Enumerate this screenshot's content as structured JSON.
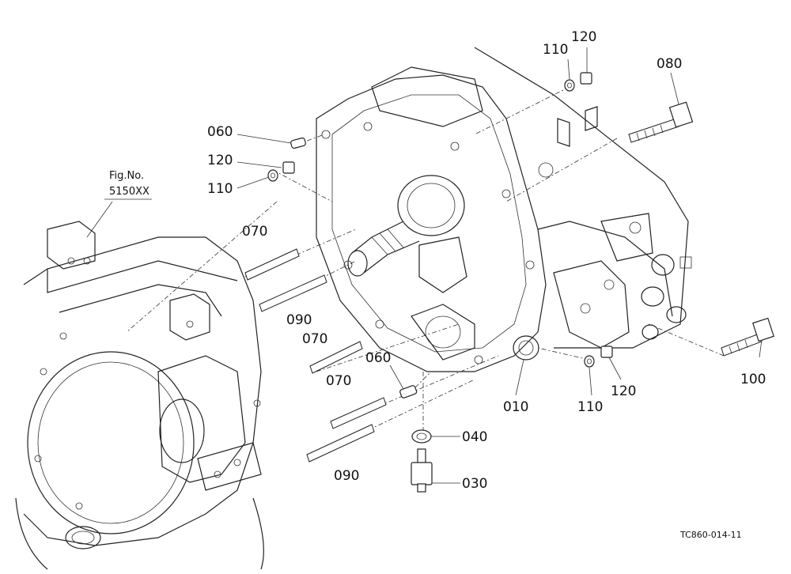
{
  "drawing_code": "TC860-014-11",
  "figure_reference": {
    "label": "Fig.No.",
    "number": "5150XX"
  },
  "callouts": [
    {
      "id": "c-120-top",
      "text": "120"
    },
    {
      "id": "c-110-top",
      "text": "110"
    },
    {
      "id": "c-080",
      "text": "080"
    },
    {
      "id": "c-060-top",
      "text": "060"
    },
    {
      "id": "c-120-left",
      "text": "120"
    },
    {
      "id": "c-110-left",
      "text": "110"
    },
    {
      "id": "c-070-a",
      "text": "070"
    },
    {
      "id": "c-090-a",
      "text": "090"
    },
    {
      "id": "c-070-b",
      "text": "070"
    },
    {
      "id": "c-060-bottom",
      "text": "060"
    },
    {
      "id": "c-070-c",
      "text": "070"
    },
    {
      "id": "c-090-b",
      "text": "090"
    },
    {
      "id": "c-010",
      "text": "010"
    },
    {
      "id": "c-110-right",
      "text": "110"
    },
    {
      "id": "c-120-right",
      "text": "120"
    },
    {
      "id": "c-100",
      "text": "100"
    },
    {
      "id": "c-040",
      "text": "040"
    },
    {
      "id": "c-030",
      "text": "030"
    }
  ]
}
